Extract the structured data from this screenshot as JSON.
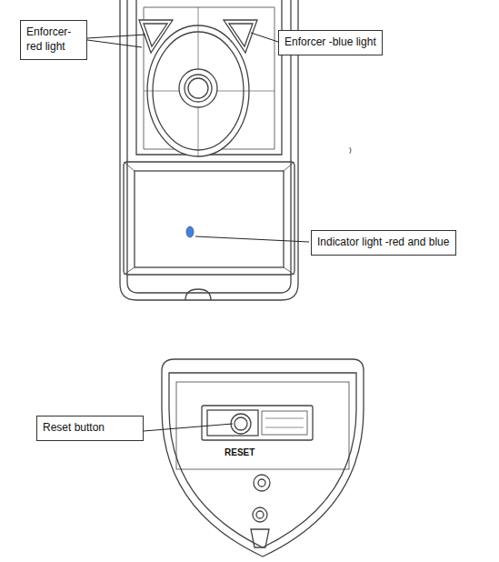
{
  "diagram": {
    "nodes": [
      {
        "text": [
          "Enforcer-red light"
        ]
      },
      {
        "text": [
          "Enforcer -blue light"
        ]
      },
      {
        "text": [
          "Indicator light -red and blue"
        ]
      },
      {
        "text": [
          "Reset button"
        ]
      }
    ],
    "labels": [
      ")",
      "RESET"
    ]
  }
}
